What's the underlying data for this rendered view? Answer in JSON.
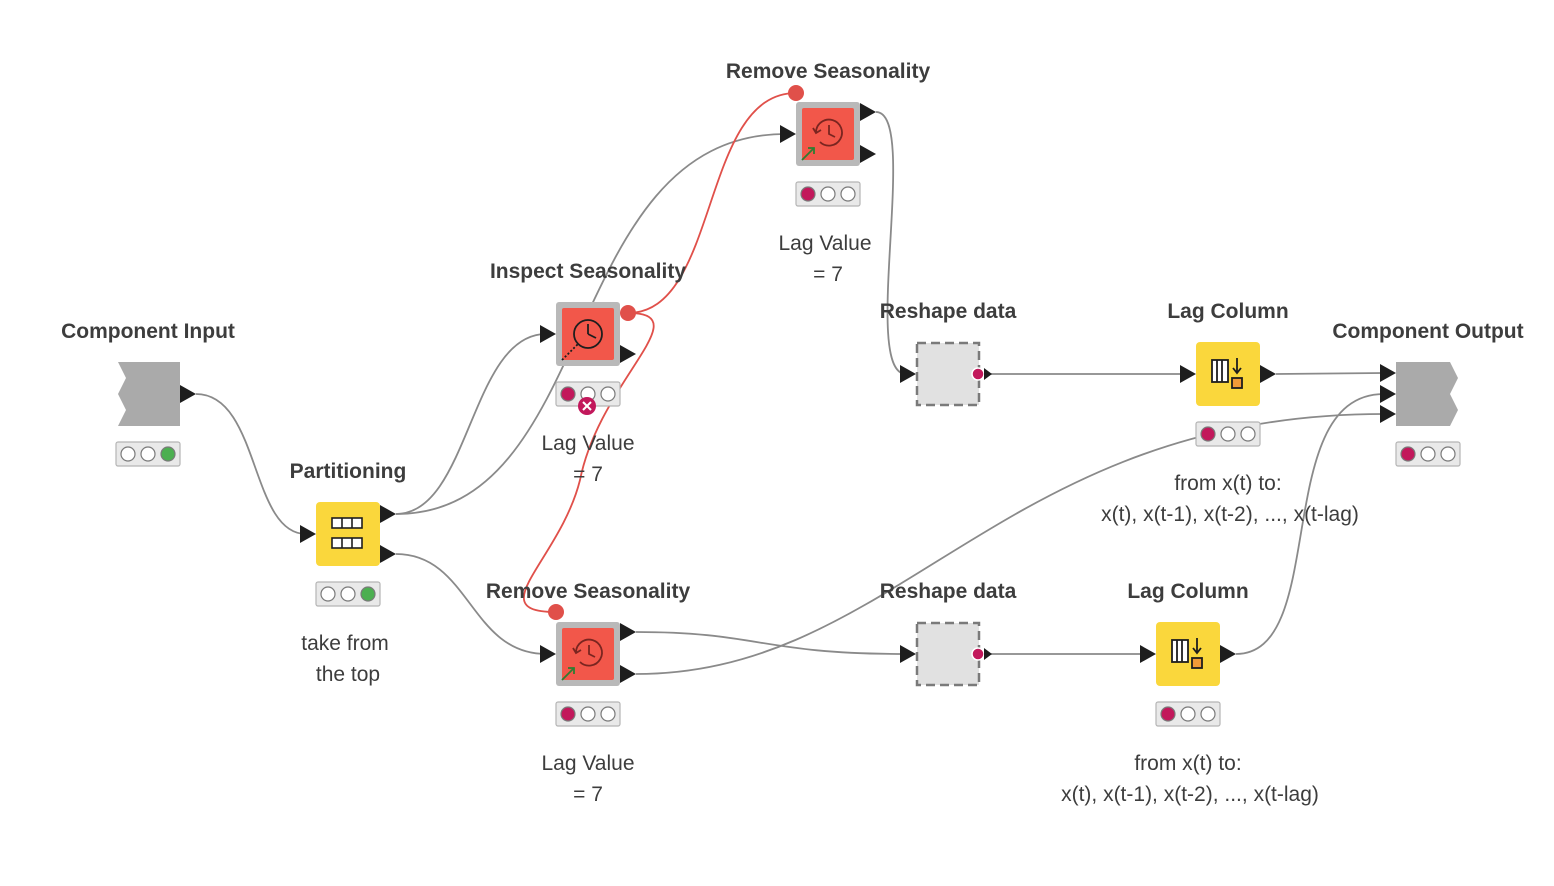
{
  "colors": {
    "connection": "#8a8a8a",
    "flow_variable": "#e0504a",
    "manipulator_node": "#fad73c",
    "component_node": "#f2574a",
    "metanode": "#e1e1e1",
    "status_configured": "#c2185b",
    "status_executed": "#4caf50"
  },
  "nodes": {
    "component_input": {
      "title": "Component Input",
      "status": "executed",
      "icon": "component-input-icon"
    },
    "partitioning": {
      "title": "Partitioning",
      "status": "executed",
      "annotation_line1": "take from",
      "annotation_line2": "the top",
      "icon": "partition-table-icon"
    },
    "inspect_seasonality": {
      "title": "Inspect Seasonality",
      "status": "configured",
      "warning": "error-x-icon",
      "annotation_line1": "Lag Value",
      "annotation_line2": "= 7",
      "icon": "clock-icon"
    },
    "remove_seasonality_top": {
      "title": "Remove Seasonality",
      "status": "configured",
      "annotation_line1": "Lag Value",
      "annotation_line2": "= 7",
      "icon": "history-clock-icon"
    },
    "remove_seasonality_bottom": {
      "title": "Remove Seasonality",
      "status": "configured",
      "annotation_line1": "Lag Value",
      "annotation_line2": "= 7",
      "icon": "history-clock-icon"
    },
    "reshape_top": {
      "title": "Reshape data",
      "icon": "metanode-icon"
    },
    "reshape_bottom": {
      "title": "Reshape data",
      "icon": "metanode-icon"
    },
    "lag_column_top": {
      "title": "Lag Column",
      "status": "configured",
      "annotation_line1": "from x(t) to:",
      "annotation_line2": "x(t), x(t-1), x(t-2), ..., x(t-lag)",
      "icon": "lag-column-icon"
    },
    "lag_column_bottom": {
      "title": "Lag Column",
      "status": "configured",
      "annotation_line1": "from x(t) to:",
      "annotation_line2": "x(t), x(t-1), x(t-2), ..., x(t-lag)",
      "icon": "lag-column-icon"
    },
    "component_output": {
      "title": "Component Output",
      "status": "configured",
      "icon": "component-output-icon"
    }
  }
}
